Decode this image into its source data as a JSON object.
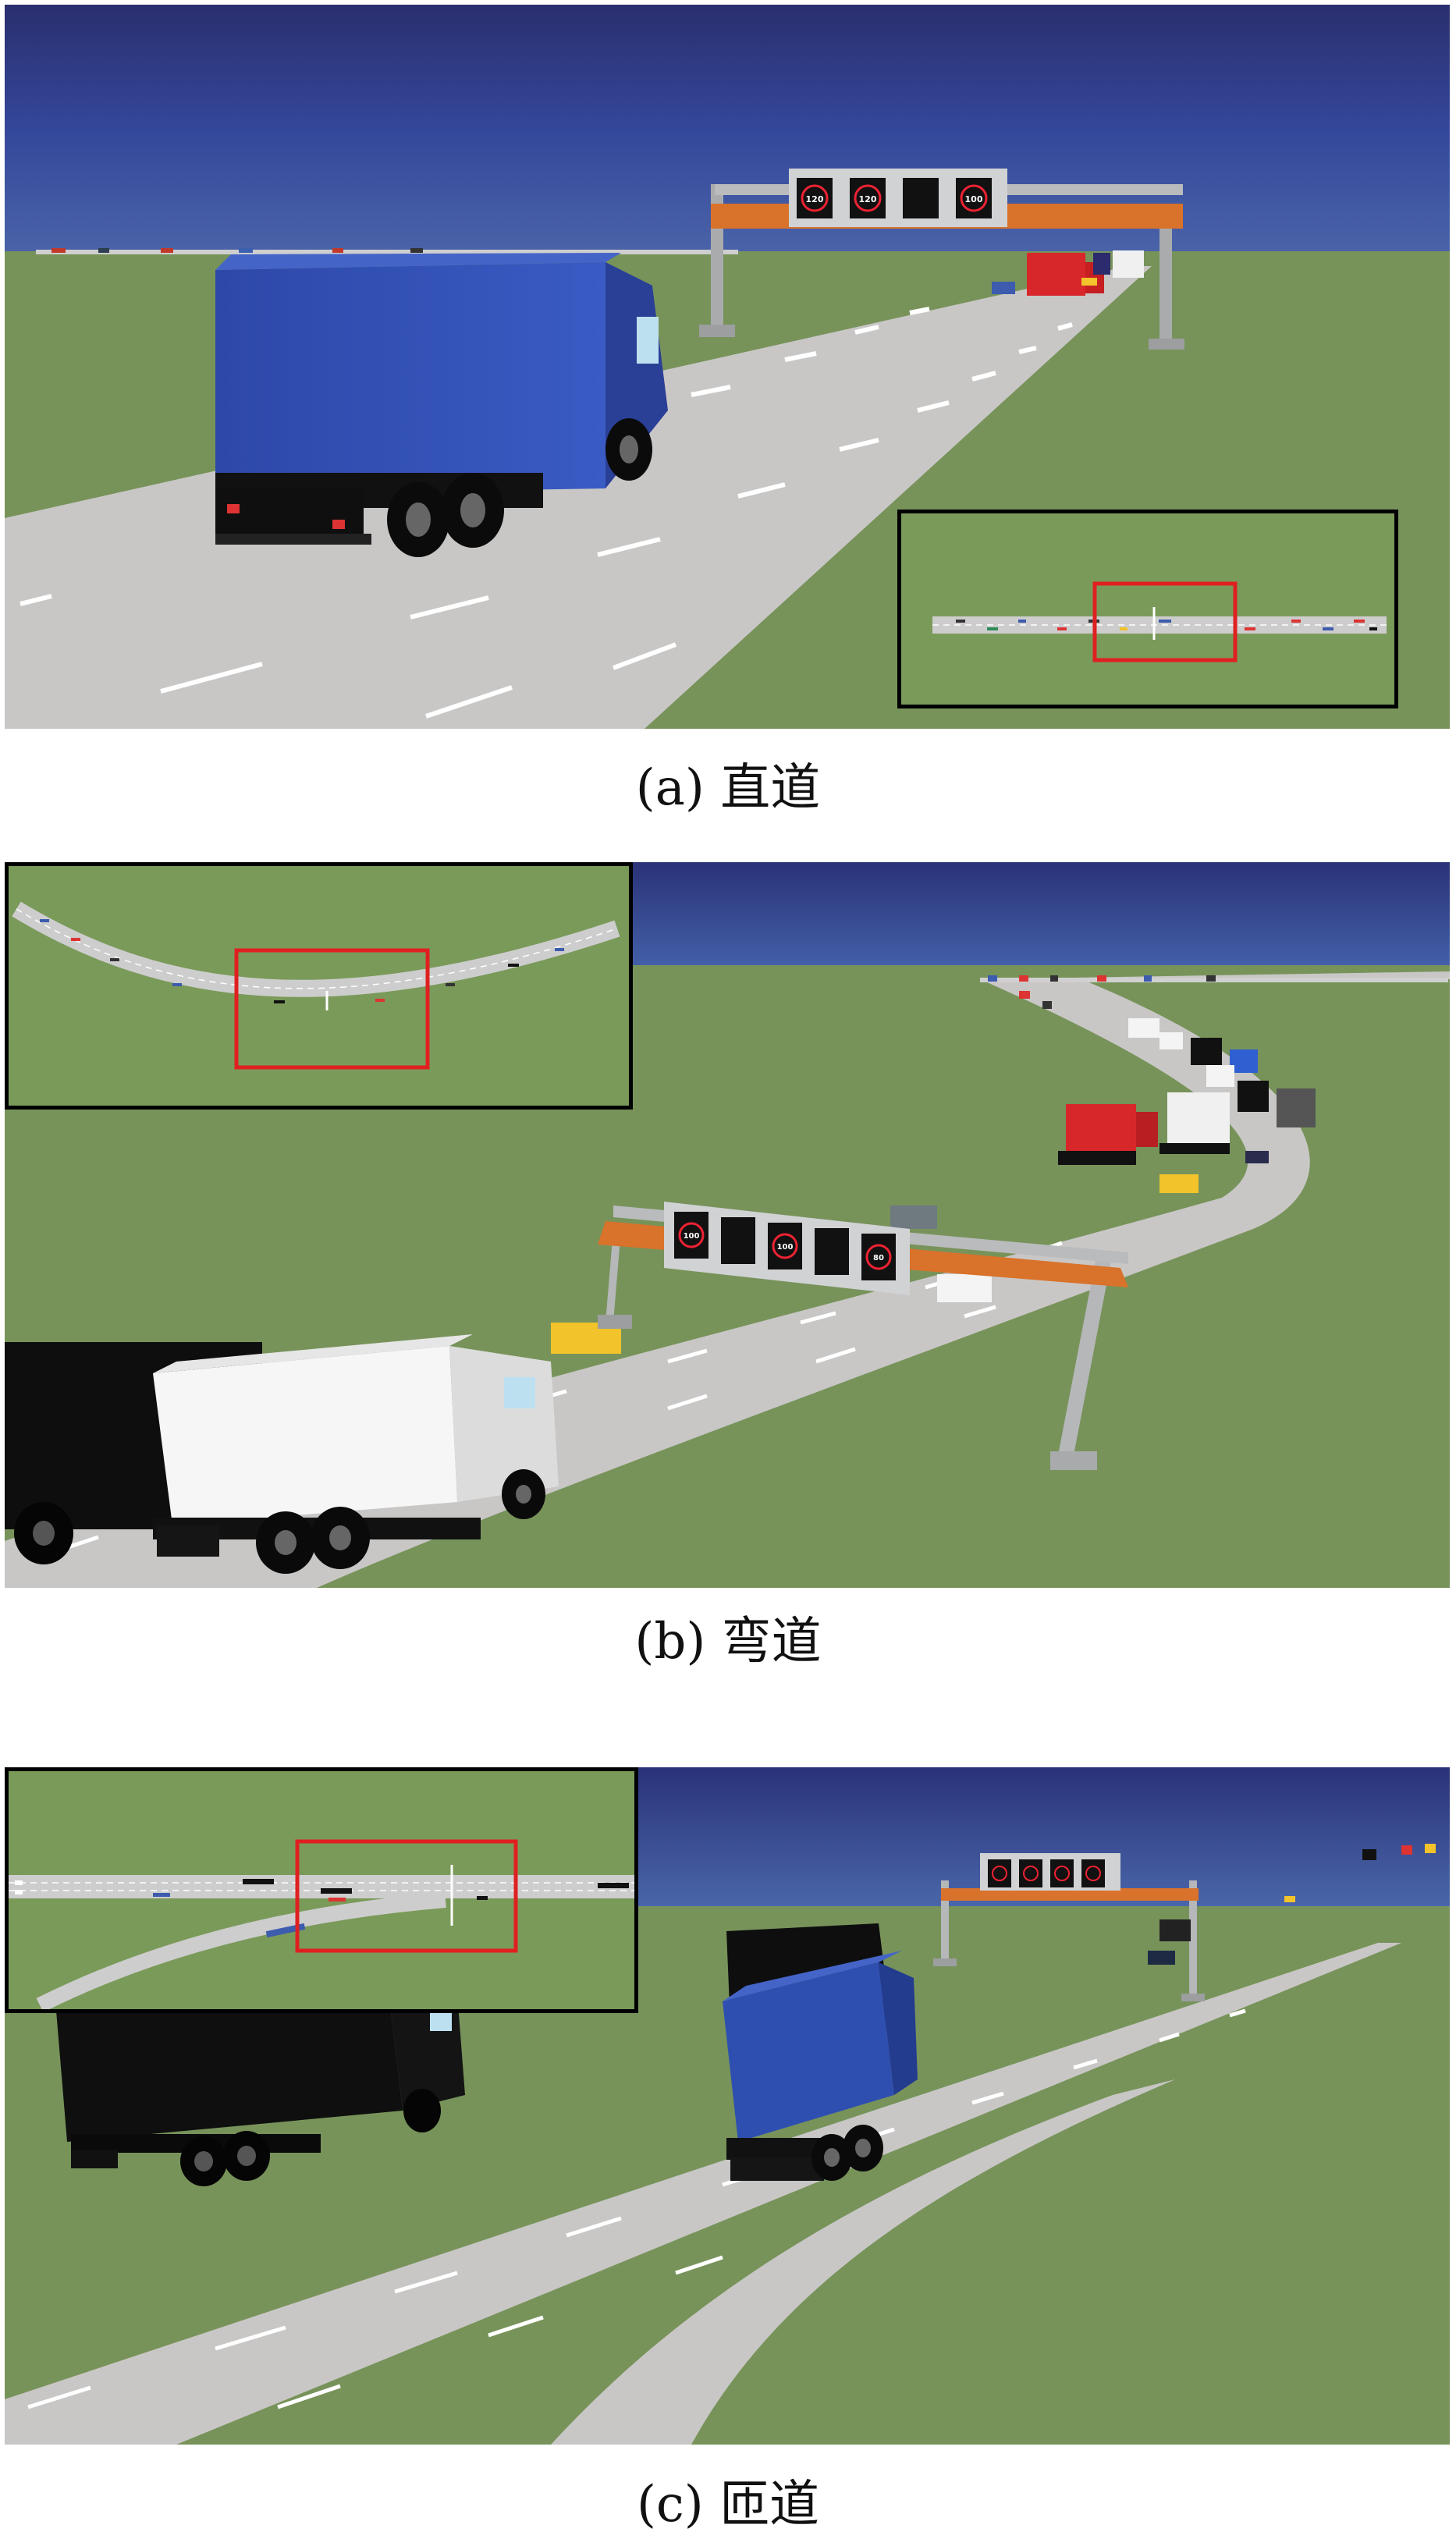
{
  "figure": {
    "panels": [
      {
        "id": "a",
        "caption": "(a) 直道",
        "scene": "straight",
        "inset_view": "straight-road-top-view",
        "sign_values": [
          "120",
          "120",
          "",
          "100"
        ]
      },
      {
        "id": "b",
        "caption": "(b) 弯道",
        "scene": "curve",
        "inset_view": "curved-road-top-view",
        "sign_values": [
          "100",
          "",
          "100",
          "",
          "80"
        ]
      },
      {
        "id": "c",
        "caption": "(c) 匝道",
        "scene": "ramp",
        "inset_view": "ramp-merge-top-view",
        "sign_values": [
          "",
          "",
          "",
          ""
        ]
      }
    ]
  },
  "colors": {
    "grass": "#77935a",
    "road": "#c9c7c6",
    "sky": "#2b3a7a",
    "gantry_orange": "#d9722a",
    "gantry_gray": "#b5b7b9",
    "highlight_box": "#e02020",
    "truck_blue": "#2f4fb0",
    "truck_red": "#d8272a",
    "truck_black": "#111111",
    "truck_white": "#f4f4f4",
    "taxi_yellow": "#f2c32a"
  }
}
